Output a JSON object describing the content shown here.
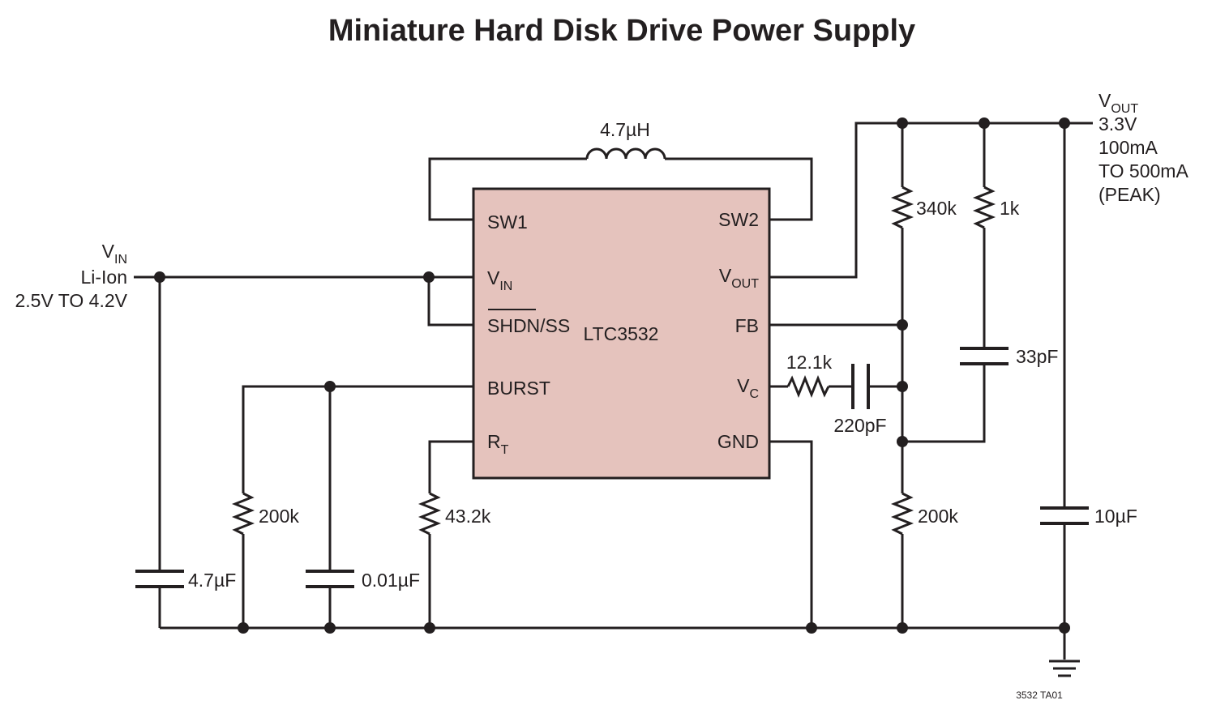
{
  "title": "Miniature Hard Disk Drive Power Supply",
  "colors": {
    "ic_fill": "#e5c3bd",
    "ink": "#231f20"
  },
  "ic": {
    "name": "LTC3532",
    "pins": {
      "sw1": "SW1",
      "vin_main": "V",
      "vin_sub": "IN",
      "shdn": "SHDN/SS",
      "burst": "BURST",
      "rt_main": "R",
      "rt_sub": "T",
      "sw2": "SW2",
      "vout_main": "V",
      "vout_sub": "OUT",
      "fb": "FB",
      "vc_main": "V",
      "vc_sub": "C",
      "gnd": "GND"
    }
  },
  "input": {
    "name_main": "V",
    "name_sub": "IN",
    "line1": "Li-Ion",
    "line2": "2.5V TO 4.2V"
  },
  "output": {
    "name_main": "V",
    "name_sub": "OUT",
    "line1": "3.3V",
    "line2": "100mA",
    "line3": "TO 500mA",
    "line4": "(PEAK)"
  },
  "components": {
    "inductor": "4.7µH",
    "c_in": "4.7µF",
    "r_burst": "200k",
    "c_burst": "0.01µF",
    "r_rt": "43.2k",
    "r_comp": "12.1k",
    "c_comp": "220pF",
    "r_top": "340k",
    "r_bottom": "200k",
    "r_ff": "1k",
    "c_ff": "33pF",
    "c_out": "10µF"
  },
  "figure_tag": "3532 TA01"
}
